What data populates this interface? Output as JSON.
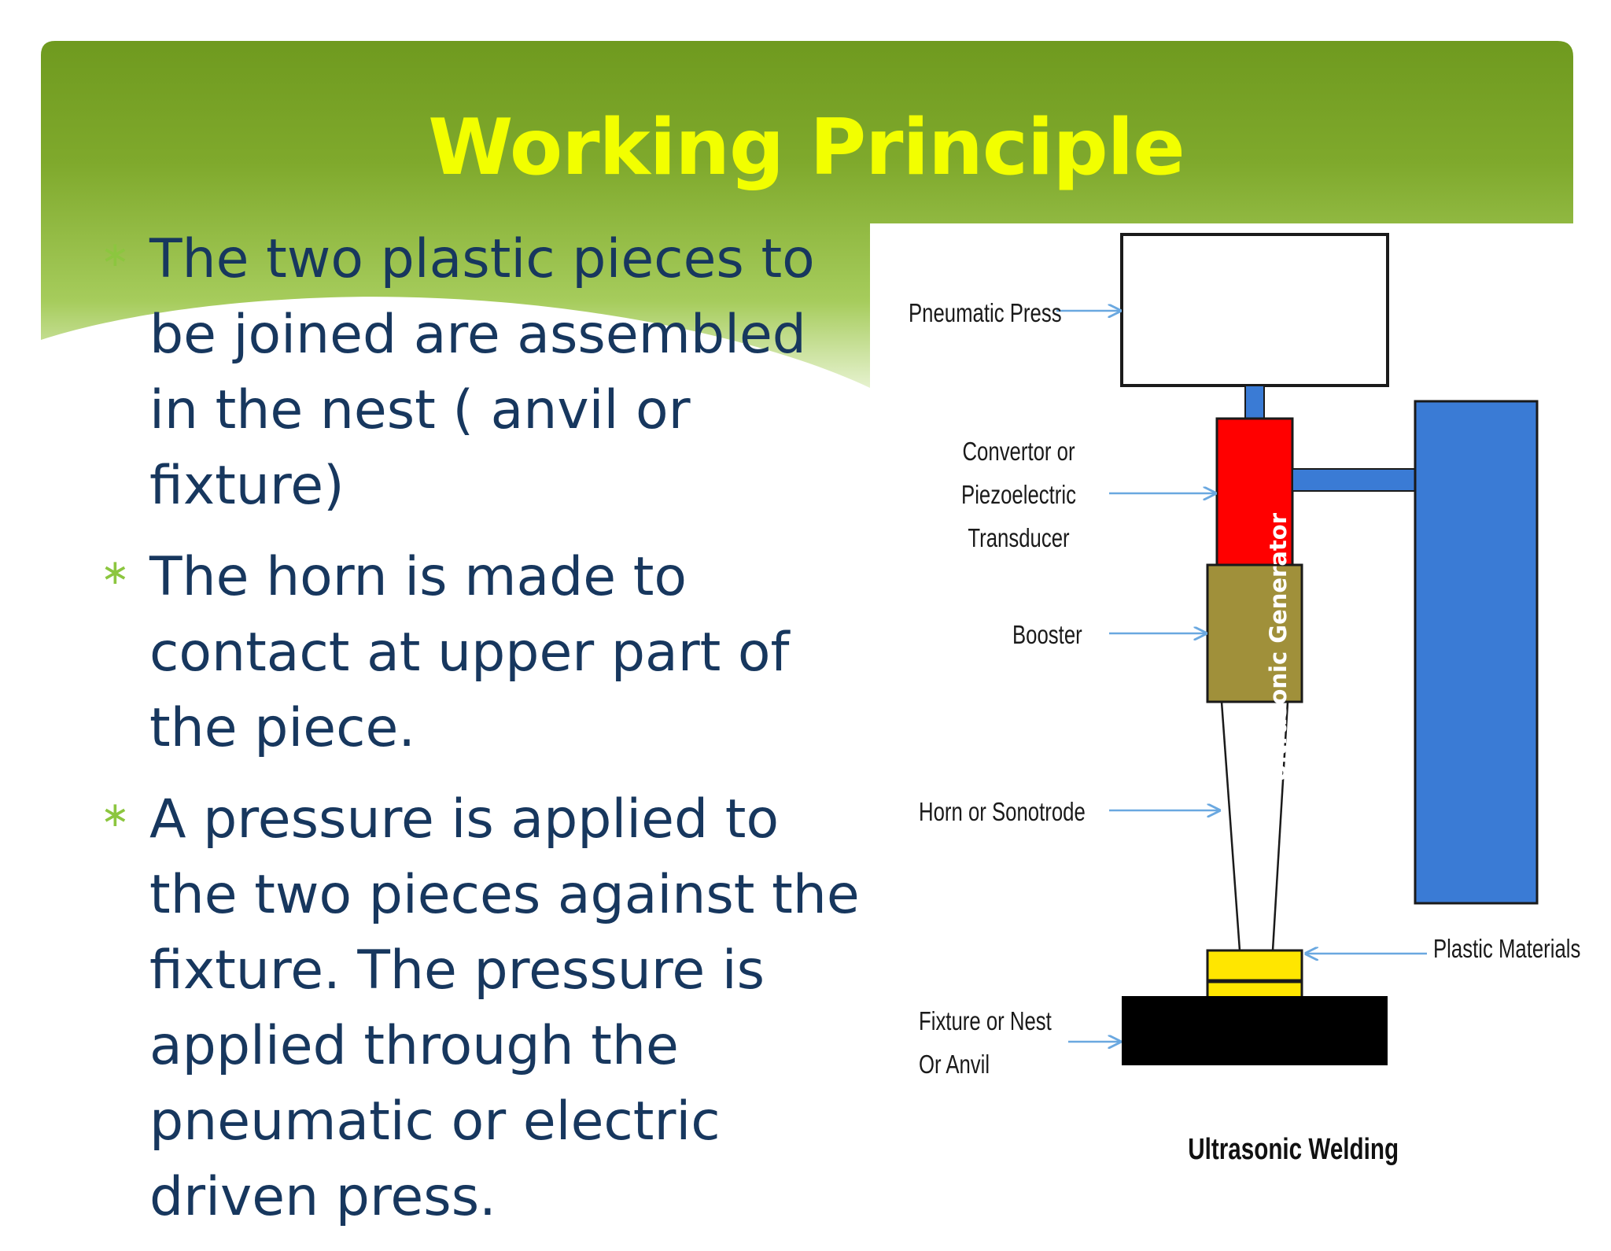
{
  "slide": {
    "title": "Working Principle",
    "bullets": [
      "The two plastic pieces to be joined are assembled in the nest ( anvil or fixture)",
      "The horn is made to contact at upper part of the piece.",
      "A pressure is applied to the two pieces against the fixture. The pressure is applied through the pneumatic or electric driven press."
    ],
    "bullet_marker": "∗"
  },
  "diagram": {
    "labels": {
      "pneumatic_press": "Pneumatic Press",
      "convertor_line1": "Convertor or",
      "convertor_line2": "Piezoelectric",
      "convertor_line3": "Transducer",
      "booster": "Booster",
      "horn": "Horn or Sonotrode",
      "plastic_materials": "Plastic Materials",
      "fixture_line1": "Fixture or Nest",
      "fixture_line2": "Or Anvil",
      "generator": "Ultrasonic Generator"
    },
    "caption": "Ultrasonic Welding",
    "colors": {
      "banner_green": "#7aa22a",
      "title_yellow": "#f2ff00",
      "text_navy": "#17375e",
      "bullet_green": "#8cc63f",
      "transducer_red": "#ff0000",
      "booster_olive": "#a0903a",
      "generator_blue": "#3a7bd5",
      "plastic_yellow": "#ffe600",
      "anvil_black": "#000000",
      "arrow_blue": "#6aa8e0"
    }
  }
}
